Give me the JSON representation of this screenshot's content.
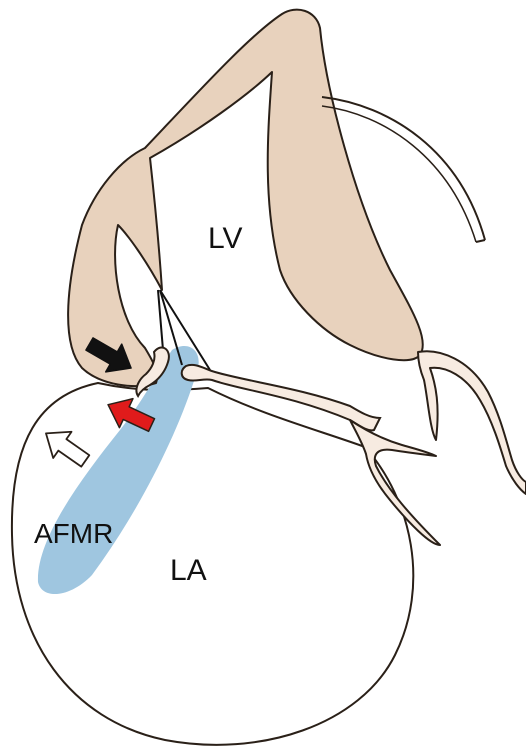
{
  "labels": {
    "lv": "LV",
    "la": "LA",
    "afmr": "AFMR"
  },
  "colors": {
    "myocardium": "#e8d2bd",
    "valve_tissue": "#f7ebe1",
    "outline": "#2a2018",
    "regurgitant_jet": "#9fc6e0",
    "arrow_black": "#111111",
    "arrow_red": "#e01b1b",
    "arrow_white": "#ffffff"
  },
  "icons": {
    "black_arrow": "arrow-down-right-icon",
    "red_arrow": "arrow-up-left-icon",
    "white_arrow": "arrow-up-left-outline-icon"
  }
}
